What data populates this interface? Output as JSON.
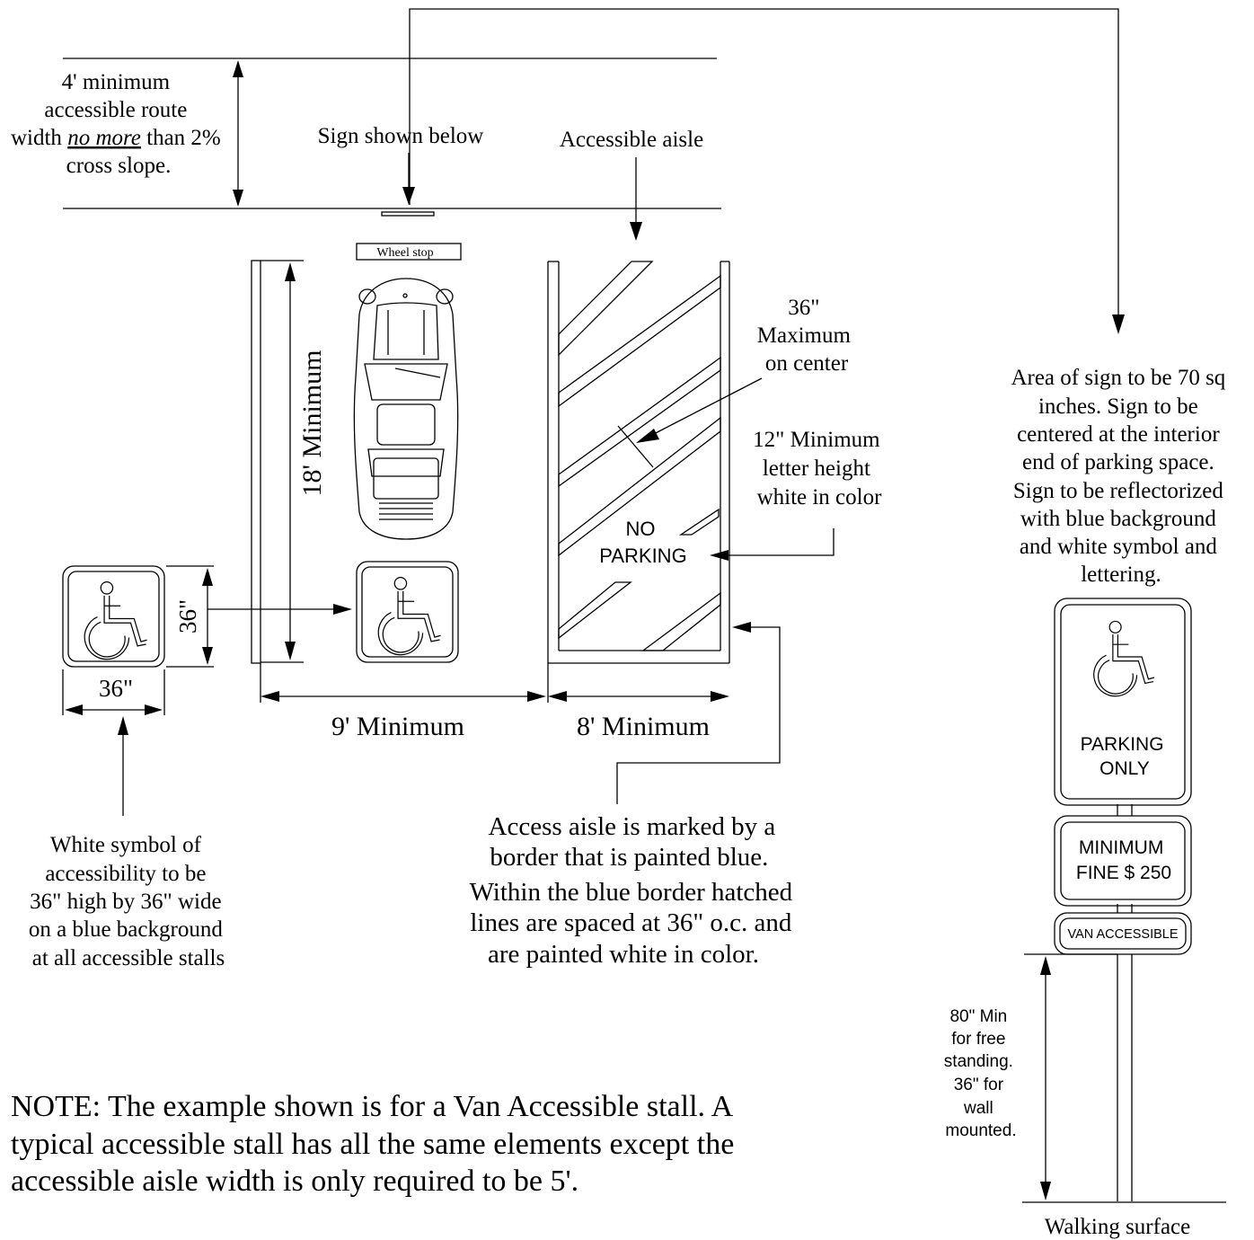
{
  "route_note": {
    "line1": "4' minimum",
    "line2": "accessible route",
    "line3_pre": "width ",
    "line3_em": "no more",
    "line3_post": " than 2%",
    "line4": "cross slope."
  },
  "sign_shown_below": "Sign shown below",
  "accessible_aisle": "Accessible aisle",
  "wheel_stop": "Wheel stop",
  "stall_length": "18' Minimum",
  "stall_width": "9' Minimum",
  "aisle_width": "8' Minimum",
  "spacing_note": [
    "36\"",
    "Maximum",
    "on center"
  ],
  "letter_note": [
    "12\" Minimum",
    "letter height",
    "white in color"
  ],
  "aisle_marking": [
    "NO",
    "PARKING"
  ],
  "symbol_height": "36\"",
  "symbol_width": "36\"",
  "symbol_note": [
    "White symbol of",
    "accessibility to be",
    "36\" high by 36\" wide",
    "on a blue background",
    "at all accessible stalls"
  ],
  "aisle_note": [
    "Access aisle is marked by a",
    "border that is painted blue.",
    "Within the blue border hatched",
    "lines are spaced at 36\" o.c. and",
    "are painted white in color."
  ],
  "sign_note": [
    "Area of sign to be 70 sq",
    "inches. Sign to be",
    "centered at the interior",
    "end of parking space.",
    "Sign to be reflectorized",
    "with blue background",
    "and white symbol and",
    "lettering."
  ],
  "sign": {
    "panel1": [
      "PARKING",
      "ONLY"
    ],
    "panel2": [
      "MINIMUM",
      "FINE $ 250"
    ],
    "panel3": "VAN ACCESSIBLE"
  },
  "height_note": [
    "80\" Min",
    "for free",
    "standing.",
    "36\" for",
    "wall",
    "mounted."
  ],
  "walking_surface": "Walking surface",
  "footnote": [
    "NOTE: The example shown is for a Van Accessible stall. A",
    "typical accessible stall has all the same elements except the",
    "accessible aisle width is only required to be 5'."
  ],
  "icons": [
    "wheelchair-symbol-icon",
    "car-top-view-icon"
  ]
}
